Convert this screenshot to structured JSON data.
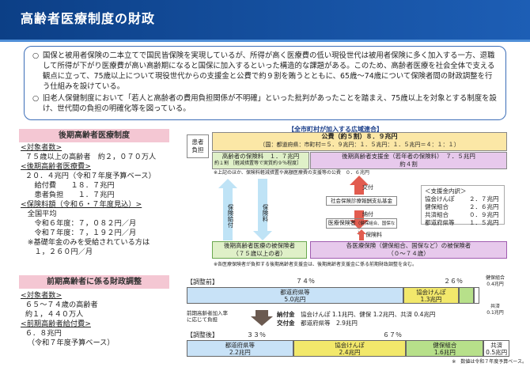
{
  "title": "高齢者医療制度の財政",
  "intro": [
    "国保と被用者保険の二本立てで国民皆保険を実現しているが、所得が高く医療費の低い現役世代は被用者保険に多く加入する一方、退職して所得が下がり医療費が高い高齢期になると国保に加入するといった構造的な課題がある。このため、高齢者医療を社会全体で支える観点に立って、75歳以上について現役世代からの支援金と公費で約９割を賄うとともに、65歳～74歳について保険者間の財政調整を行う仕組みを設けている。",
    "旧老人保健制度において「若人と高齢者の費用負担関係が不明確」といった批判があったことを踏まえ、75歳以上を対象とする制度を設け、世代間の負担の明確化等を図っている。"
  ],
  "bullet": "○",
  "late": {
    "header": "後期高齢者医療制度",
    "lines": [
      {
        "t": "<対象者数>",
        "u": true
      },
      {
        "t": "  ７５歳以上の高齢者　約２，０７０万人"
      },
      {
        "t": "<後期高齢者医療費>",
        "u": true
      },
      {
        "t": "  ２０．４兆円（令和７年度予算ベース）"
      },
      {
        "t": "      給付費　　１８．７兆円"
      },
      {
        "t": "      患者負担　　１．７兆円"
      },
      {
        "t": "<保険料額（令和６・７年度見込）>",
        "u": true
      },
      {
        "t": "   全国平均"
      },
      {
        "t": "      令和６年度：７，０８２円／月"
      },
      {
        "t": "      令和７年度：７，１９２円／月"
      },
      {
        "t": "   ※基礎年金のみを受給されている方は"
      },
      {
        "t": "      １，２６０円／月"
      }
    ]
  },
  "early": {
    "header": "前期高齢者に係る財政調整",
    "lines": [
      {
        "t": "<対象者数>",
        "u": true
      },
      {
        "t": "  ６５～７４歳の高齢者"
      },
      {
        "t": "  約１，４４０万人"
      },
      {
        "t": "<前期高齢者給付費>",
        "u": true
      },
      {
        "t": "  ６．８兆円"
      },
      {
        "t": "   （令和７年度予算ベース）"
      }
    ]
  },
  "diagram": {
    "union": "【全市町村が加入する広域連合】",
    "patient_burden": "患者\n負担",
    "public": "公費（約５割）８．９兆円",
    "public_sub": "〔国：都道府県：市町村＝５．９兆円：１．５兆円：１．５兆円＝４：１：１〕",
    "premium": "高齢者の保険料　１．７兆円",
    "premium_pct": "約１割",
    "premium_note": "［軽減措置等で実質約９％程度］",
    "support": "後期高齢者支援金（若年者の保険料）　７．５兆円",
    "support_pct": "約４割",
    "note1": "※上記のほか、保険料軽減措置や高額医療費の支援等の公費　０．６兆円",
    "benefit": "保険給付",
    "premium_arrow": "保険料",
    "delivery": "交付",
    "fund": "社会保険診療報酬支払基金",
    "payment": "納付",
    "insurer": "医療保険者",
    "insurer_sub": "（健保組合、国保など）",
    "insured_late": "後期高齢者医療の被保険者",
    "insured_late_sub": "（７５歳以上の者）",
    "insured_young": "各医療保険（健保組合、国保など）の被保険者",
    "insured_young_sub": "（０～７４歳）",
    "breakdown_title": "＜支援金内訳＞",
    "breakdown": [
      {
        "k": "協会けんぽ",
        "v": "２．７兆円"
      },
      {
        "k": "健保組合",
        "v": "２．６兆円"
      },
      {
        "k": "共済組合",
        "v": "０．９兆円"
      },
      {
        "k": "都道府県等",
        "v": "１．５兆円"
      }
    ],
    "note2": "※各医療保険者が負担する後期高齢者支援金は、後期高齢者支援金に係る前期財政調整を含む。"
  },
  "adjust": {
    "before_label": "【調整前】",
    "before_pct_a": "７４％",
    "before_pct_b": "２６％",
    "after_label": "【調整後】",
    "after_pct_a": "３３％",
    "after_pct_b": "６７％",
    "bars_before": [
      {
        "name": "都道府県等",
        "val": "5.0兆円",
        "share": 0.74,
        "color": "#c8e2f7"
      },
      {
        "name": "協会けんぽ",
        "val": "1.3兆円",
        "share": 0.19,
        "color": "#f2e86b"
      },
      {
        "name": "",
        "val": "",
        "share": 0.05,
        "color": "#b7e08a"
      },
      {
        "name": "",
        "val": "",
        "share": 0.02,
        "color": "#ffffff"
      }
    ],
    "bars_after": [
      {
        "name": "都道府県等",
        "val": "2.2兆円",
        "share": 0.33,
        "color": "#c8e2f7"
      },
      {
        "name": "協会けんぽ",
        "val": "2.4兆円",
        "share": 0.35,
        "color": "#f2e86b"
      },
      {
        "name": "健保組合",
        "val": "1.6兆円",
        "share": 0.24,
        "color": "#b7e08a"
      },
      {
        "name": "共済",
        "val": "0.5兆円",
        "share": 0.08,
        "color": "#ffffff"
      }
    ],
    "health_label": "健保組合",
    "health_val": "0.4兆円",
    "mutual_label": "共済",
    "mutual_val": "0.1兆円",
    "arrow_note": "前期高齢者加入率\nに応じて負担",
    "nofu": "納付金",
    "nofu_text": "協会けんぽ 1.1兆円、健保 1.2兆円、共済 0.4兆円",
    "kofu": "交付金",
    "kofu_text": "都道府県等　2.9兆円",
    "footnote": "※　数値は令和７年度予算ベース。"
  }
}
